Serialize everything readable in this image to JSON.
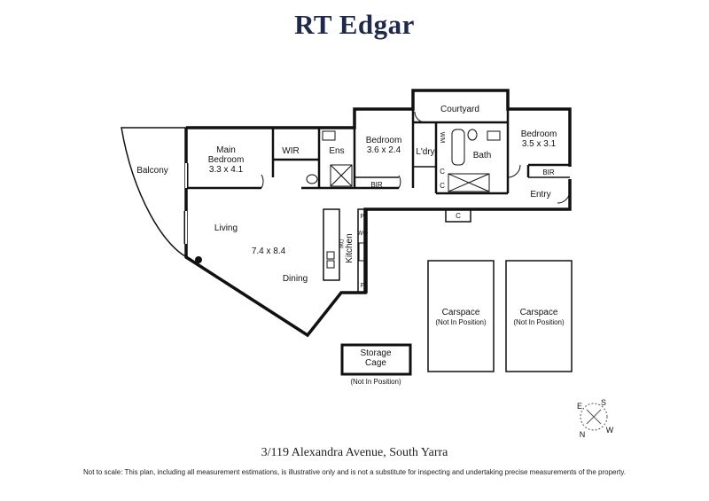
{
  "brand": {
    "name": "RT Edgar"
  },
  "rooms": {
    "balcony": "Balcony",
    "main_bedroom": [
      "Main",
      "Bedroom",
      "3.3 x 4.1"
    ],
    "wir": "WIR",
    "ens": "Ens",
    "bedroom2": [
      "Bedroom",
      "3.6 x 2.4"
    ],
    "bir_left": "BIR",
    "courtyard": "Courtyard",
    "laundry": "L'dry",
    "wm": "WM",
    "bath": "Bath",
    "bedroom3": [
      "Bedroom",
      "3.5 x 3.1"
    ],
    "bir_right": "BIR",
    "c1": "C",
    "c2": "C",
    "c3": "C",
    "entry": "Entry",
    "living": "Living",
    "living_dims": "7.4 x 8.4",
    "dining": "Dining",
    "kitchen": "Kitchen",
    "p": "P",
    "wo": "WO",
    "dw": "DW",
    "f": "F",
    "carspace1": [
      "Carspace",
      "(Not In Position)"
    ],
    "carspace2": [
      "Carspace",
      "(Not In Position)"
    ],
    "storage": [
      "Storage",
      "Cage"
    ],
    "storage_note": "(Not In Position)"
  },
  "compass": {
    "e": "E",
    "s": "S",
    "n": "N",
    "w": "W"
  },
  "footer": {
    "address": "3/119 Alexandra Avenue, South Yarra",
    "disclaimer": "Not to scale: This plan, including all measurement estimations, is illustrative only and is not a substitute for inspecting and undertaking precise measurements of the property."
  }
}
